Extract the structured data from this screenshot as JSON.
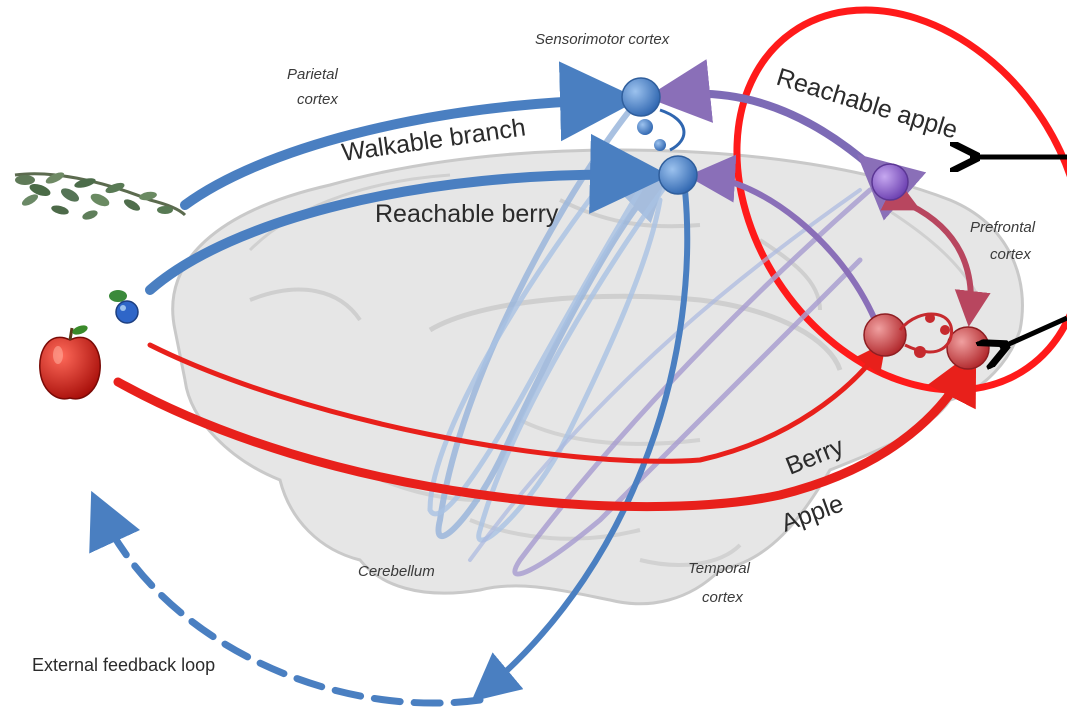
{
  "regions": {
    "sensorimotor": "Sensorimotor cortex",
    "parietal_line1": "Parietal",
    "parietal_line2": "cortex",
    "prefrontal_line1": "Prefrontal",
    "prefrontal_line2": "cortex",
    "cerebellum": "Cerebellum",
    "temporal_line1": "Temporal",
    "temporal_line2": "cortex"
  },
  "pathways": {
    "walkable_branch": "Walkable branch",
    "reachable_berry": "Reachable berry",
    "reachable_apple": "Reachable apple",
    "berry": "Berry",
    "apple": "Apple"
  },
  "loop": {
    "external_feedback": "External feedback loop"
  },
  "colors": {
    "blue": "#4a7fc1",
    "light_blue": "#9bb7dc",
    "purple": "#8a6fb8",
    "red": "#e8201b",
    "highlight": "#ff1a1a",
    "brain": "#e2e2e2"
  },
  "icons": {
    "leaves": "leaves-icon",
    "berry": "berry-icon",
    "apple": "apple-icon"
  }
}
